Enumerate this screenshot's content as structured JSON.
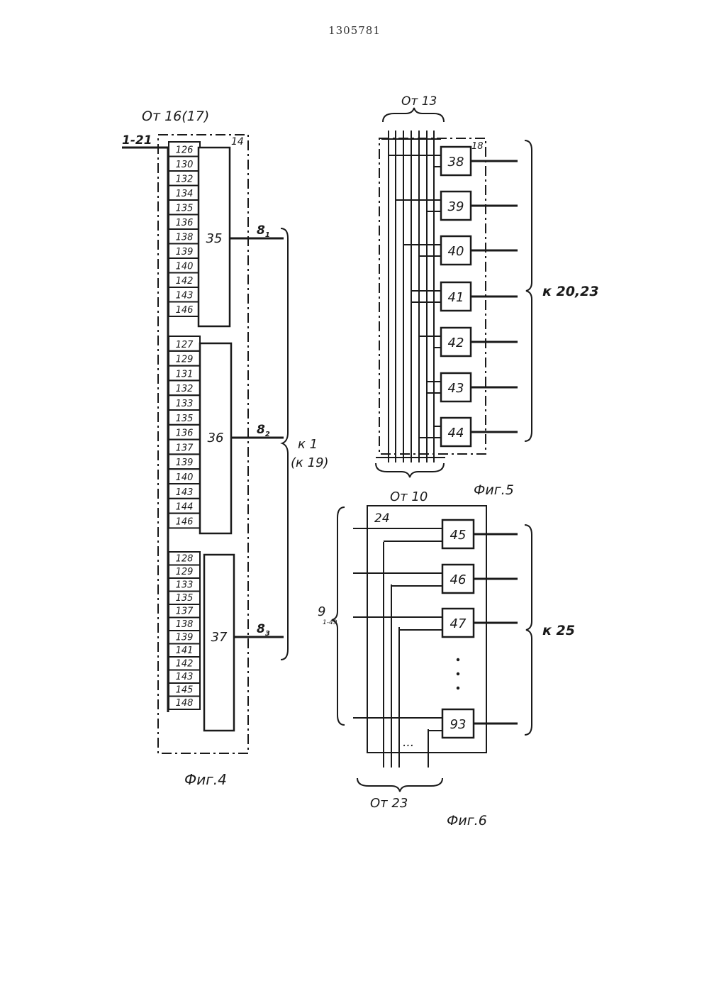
{
  "patent_number": "1305781",
  "fig4": {
    "caption": "Фиг.4",
    "from_label": "От 16(17)",
    "input_label": "1-21",
    "frame_label": "14",
    "output_group_label": "к 1",
    "output_group_label2": "(к 19)",
    "blocks": [
      {
        "label": "35",
        "output": "8",
        "output_sub": "1",
        "cells": [
          "126",
          "130",
          "132",
          "134",
          "135",
          "136",
          "138",
          "139",
          "140",
          "142",
          "143",
          "146"
        ]
      },
      {
        "label": "36",
        "output": "8",
        "output_sub": "2",
        "cells": [
          "127",
          "129",
          "131",
          "132",
          "133",
          "135",
          "136",
          "137",
          "139",
          "140",
          "143",
          "144",
          "146"
        ]
      },
      {
        "label": "37",
        "output": "8",
        "output_sub": "3",
        "cells": [
          "128",
          "129",
          "133",
          "135",
          "137",
          "138",
          "139",
          "141",
          "142",
          "143",
          "145",
          "148"
        ]
      }
    ]
  },
  "fig5": {
    "caption": "Фиг.5",
    "top_label": "От 13",
    "bottom_label": "От 10",
    "frame_label": "18",
    "output_label": "к 20,23",
    "blocks": [
      "38",
      "39",
      "40",
      "41",
      "42",
      "43",
      "44"
    ]
  },
  "fig6": {
    "caption": "Фиг.6",
    "frame_label": "24",
    "input_label": "9",
    "input_sub": "1-49",
    "output_label": "к 25",
    "bottom_label": "От 23",
    "blocks": [
      "45",
      "46",
      "47",
      "93"
    ],
    "ellipsis": "..."
  }
}
